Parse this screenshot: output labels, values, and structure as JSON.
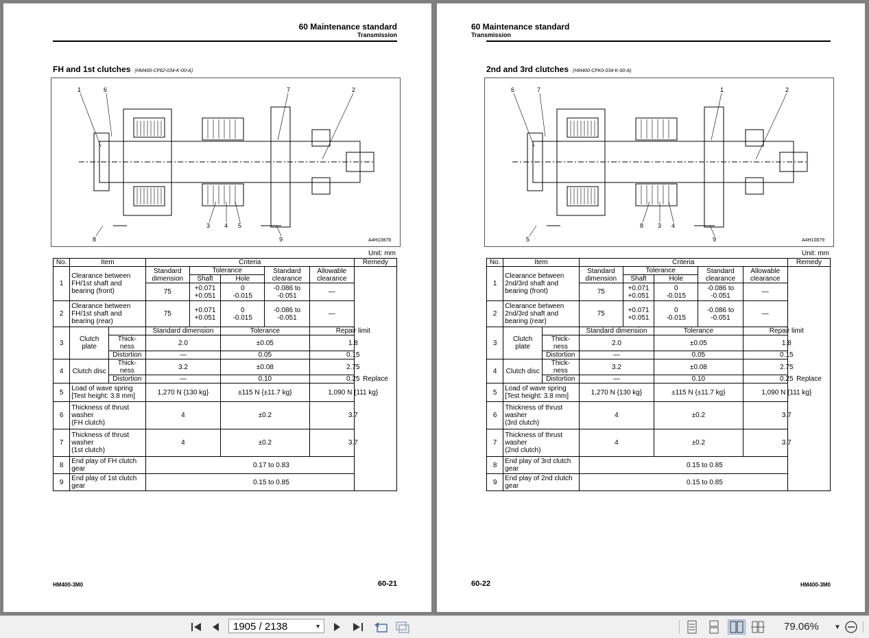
{
  "pages": [
    {
      "header_title": "60 Maintenance standard",
      "header_sub": "Transmission",
      "section_title": "FH and 1st clutches",
      "section_code": "(HM400-CF82-034-K-00-A)",
      "figure_code": "A4H10878",
      "figure_callouts": [
        "1",
        "6",
        "7",
        "2",
        "3",
        "4",
        "5",
        "8",
        "9"
      ],
      "unit": "Unit: mm",
      "table": {
        "h_no": "No.",
        "h_item": "Item",
        "h_criteria": "Criteria",
        "h_remedy": "Remedy",
        "h_std_dim": "Standard dimension",
        "h_tolerance": "Tolerance",
        "h_shaft": "Shaft",
        "h_hole": "Hole",
        "h_std_clear": "Standard clearance",
        "h_allow_clear": "Allowable clearance",
        "r1_no": "1",
        "r1_item": "Clearance between FH/1st shaft and bearing (front)",
        "r1_dim": "75",
        "r1_shaft": "+0.071\n+0.051",
        "r1_hole": "0\n-0.015",
        "r1_std": "-0.086 to\n-0.051",
        "r1_allow": "—",
        "r2_no": "2",
        "r2_item": "Clearance between FH/1st shaft and bearing (rear)",
        "r2_dim": "75",
        "r2_shaft": "+0.071\n+0.051",
        "r2_hole": "0\n-0.015",
        "r2_std": "-0.086 to\n-0.051",
        "r2_allow": "—",
        "h2_std_dim": "Standard dimension",
        "h2_tol": "Tolerance",
        "h2_repair": "Repair limit",
        "r3_no": "3",
        "r3_item": "Clutch plate",
        "r3_thick": "Thick-\nness",
        "r3_dist": "Distortion",
        "r3_t_dim": "2.0",
        "r3_t_tol": "±0.05",
        "r3_t_rep": "1.8",
        "r3_d_dim": "—",
        "r3_d_tol": "0.05",
        "r3_d_rep": "0.15",
        "r4_no": "4",
        "r4_item": "Clutch disc",
        "r4_thick": "Thick-\nness",
        "r4_dist": "Distortion",
        "r4_t_dim": "3.2",
        "r4_t_tol": "±0.08",
        "r4_t_rep": "2.75",
        "r4_d_dim": "—",
        "r4_d_tol": "0.10",
        "r4_d_rep": "0.25",
        "r5_no": "5",
        "r5_item": "Load of wave spring\n[Test height: 3.8 mm]",
        "r5_dim": "1,270 N {130 kg}",
        "r5_tol": "±115 N {±11.7 kg}",
        "r5_rep": "1,090 N {111 kg}",
        "r6_no": "6",
        "r6_item": "Thickness of thrust washer\n(FH clutch)",
        "r6_dim": "4",
        "r6_tol": "±0.2",
        "r6_rep": "3.7",
        "r7_no": "7",
        "r7_item": "Thickness of thrust washer\n(1st clutch)",
        "r7_dim": "4",
        "r7_tol": "±0.2",
        "r7_rep": "3.7",
        "r8_no": "8",
        "r8_item": "End play of FH clutch gear",
        "r8_val": "0.17 to 0.83",
        "r9_no": "9",
        "r9_item": "End play of 1st clutch gear",
        "r9_val": "0.15 to 0.85",
        "remedy": "Replace"
      },
      "footer_model": "HM400-3M0",
      "footer_page": "60-21"
    },
    {
      "header_title": "60 Maintenance standard",
      "header_sub": "Transmission",
      "section_title": "2nd and 3rd clutches",
      "section_code": "(HM400-CFK0-034-K-00-A)",
      "figure_code": "A4H10879",
      "figure_callouts": [
        "6",
        "7",
        "1",
        "2",
        "8",
        "3",
        "4",
        "5",
        "9"
      ],
      "unit": "Unit: mm",
      "table": {
        "h_no": "No.",
        "h_item": "Item",
        "h_criteria": "Criteria",
        "h_remedy": "Remedy",
        "h_std_dim": "Standard dimension",
        "h_tolerance": "Tolerance",
        "h_shaft": "Shaft",
        "h_hole": "Hole",
        "h_std_clear": "Standard clearance",
        "h_allow_clear": "Allowable clearance",
        "r1_no": "1",
        "r1_item": "Clearance between 2nd/3rd shaft and bearing (front)",
        "r1_dim": "75",
        "r1_shaft": "+0.071\n+0.051",
        "r1_hole": "0\n-0.015",
        "r1_std": "-0.086 to\n-0.051",
        "r1_allow": "—",
        "r2_no": "2",
        "r2_item": "Clearance between 2nd/3rd shaft and bearing (rear)",
        "r2_dim": "75",
        "r2_shaft": "+0.071\n+0.051",
        "r2_hole": "0\n-0.015",
        "r2_std": "-0.086 to\n-0.051",
        "r2_allow": "—",
        "h2_std_dim": "Standard dimension",
        "h2_tol": "Tolerance",
        "h2_repair": "Repair limit",
        "r3_no": "3",
        "r3_item": "Clutch plate",
        "r3_thick": "Thick-\nness",
        "r3_dist": "Distortion",
        "r3_t_dim": "2.0",
        "r3_t_tol": "±0.05",
        "r3_t_rep": "1.8",
        "r3_d_dim": "—",
        "r3_d_tol": "0.05",
        "r3_d_rep": "0.15",
        "r4_no": "4",
        "r4_item": "Clutch disc",
        "r4_thick": "Thick-\nness",
        "r4_dist": "Distortion",
        "r4_t_dim": "3.2",
        "r4_t_tol": "±0.08",
        "r4_t_rep": "2.75",
        "r4_d_dim": "—",
        "r4_d_tol": "0.10",
        "r4_d_rep": "0.25",
        "r5_no": "5",
        "r5_item": "Load of wave spring\n[Test height: 3.8 mm]",
        "r5_dim": "1,270 N {130 kg}",
        "r5_tol": "±115 N {±11.7 kg}",
        "r5_rep": "1,090 N {111 kg}",
        "r6_no": "6",
        "r6_item": "Thickness of thrust washer\n(3rd clutch)",
        "r6_dim": "4",
        "r6_tol": "±0.2",
        "r6_rep": "3.7",
        "r7_no": "7",
        "r7_item": "Thickness of thrust washer\n(2nd clutch)",
        "r7_dim": "4",
        "r7_tol": "±0.2",
        "r7_rep": "3.7",
        "r8_no": "8",
        "r8_item": "End play of 3rd clutch gear",
        "r8_val": "0.15 to 0.85",
        "r9_no": "9",
        "r9_item": "End play of 2nd clutch gear",
        "r9_val": "0.15 to 0.85",
        "remedy": "Replace"
      },
      "footer_model": "HM400-3M0",
      "footer_page": "60-22"
    }
  ],
  "toolbar": {
    "page_current": "1905 / 2138",
    "zoom": "79.06%",
    "icons": [
      "first-page-icon",
      "prev-page-icon",
      "next-page-icon",
      "last-page-icon",
      "prev-view-icon",
      "next-view-icon",
      "single-page-icon",
      "continuous-icon",
      "two-page-icon",
      "scroll-icon",
      "zoom-dropdown-icon",
      "zoom-out-icon"
    ]
  }
}
